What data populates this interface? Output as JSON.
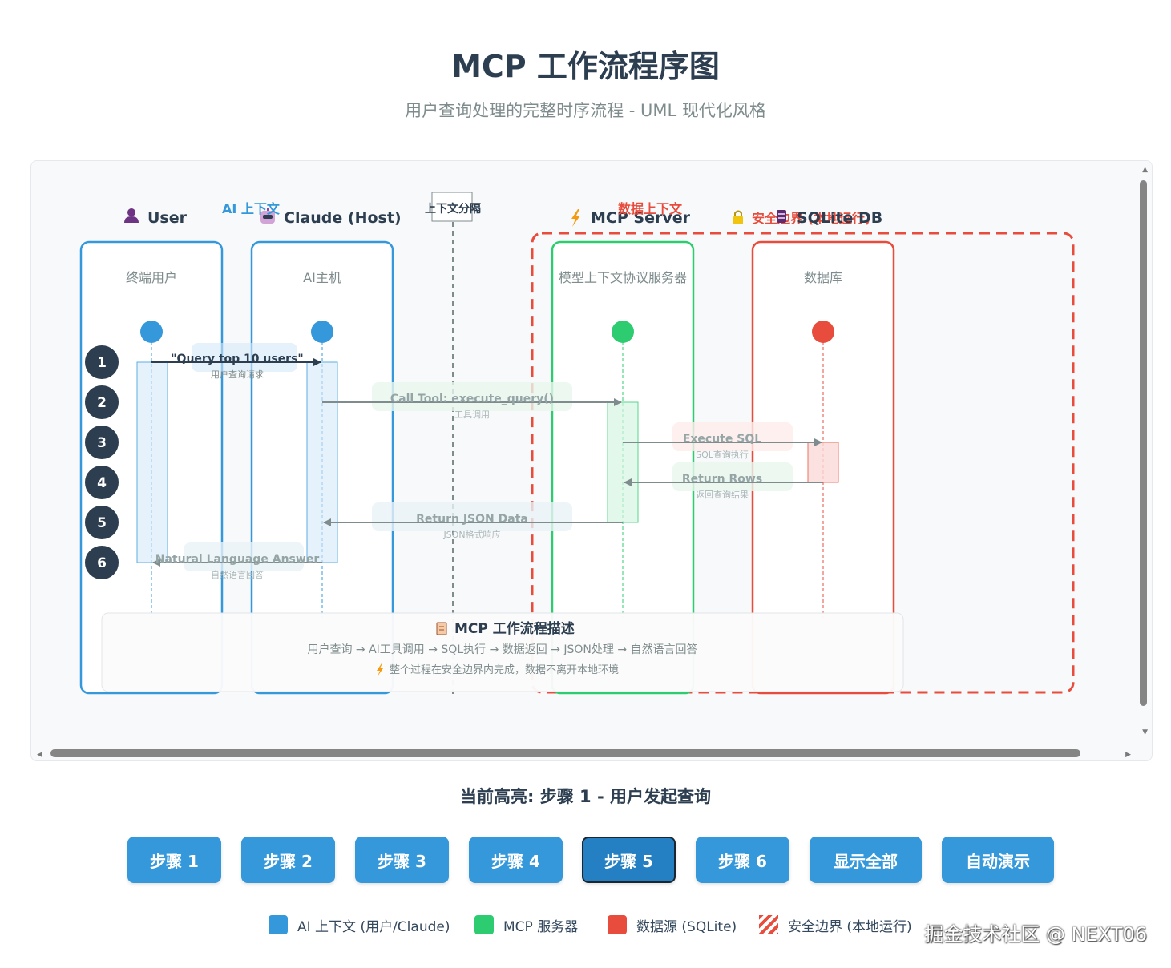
{
  "header": {
    "title": "MCP 工作流程序图",
    "subtitle": "用户查询处理的完整时序流程 - UML 现代化风格"
  },
  "diagram": {
    "participants": [
      {
        "icon": "user-icon",
        "name": "User",
        "desc": "终端用户",
        "color": "#3498db"
      },
      {
        "icon": "robot-icon",
        "name": "Claude (Host)",
        "desc": "AI主机",
        "color": "#3498db"
      },
      {
        "icon": "lightning-icon",
        "name": "MCP Server",
        "desc": "模型上下文协议服务器",
        "color": "#2ecc71"
      },
      {
        "icon": "database-icon",
        "name": "SQLite DB",
        "desc": "数据库",
        "color": "#e74c3c"
      }
    ],
    "labels": {
      "ai_context": "AI 上下文",
      "context_separator": "上下文分隔",
      "data_context": "数据上下文",
      "security_boundary": "安全边界 (本地运行)"
    },
    "steps": [
      {
        "n": "1",
        "label": "\"Query top 10 users\"",
        "sub": "用户查询请求"
      },
      {
        "n": "2",
        "label": "Call Tool: execute_query()",
        "sub": "工具调用"
      },
      {
        "n": "3",
        "label": "Execute SQL",
        "sub": "SQL查询执行"
      },
      {
        "n": "4",
        "label": "Return Rows",
        "sub": "返回查询结果"
      },
      {
        "n": "5",
        "label": "Return JSON Data",
        "sub": "JSON格式响应"
      },
      {
        "n": "6",
        "label": "Natural Language Answer",
        "sub": "自然语言回答"
      }
    ],
    "description": {
      "title": "MCP 工作流程描述",
      "flow": "用户查询 → AI工具调用 → SQL执行 → 数据返回 → JSON处理 → 自然语言回答",
      "note": "整个过程在安全边界内完成，数据不离开本地环境"
    }
  },
  "status": {
    "current": "当前高亮: 步骤 1 - 用户发起查询"
  },
  "controls": {
    "buttons": [
      "步骤 1",
      "步骤 2",
      "步骤 3",
      "步骤 4",
      "步骤 5",
      "步骤 6",
      "显示全部",
      "自动演示"
    ],
    "active_index": 4
  },
  "legend": [
    {
      "label": "AI 上下文 (用户/Claude)",
      "color": "#3498db"
    },
    {
      "label": "MCP 服务器",
      "color": "#2ecc71"
    },
    {
      "label": "数据源 (SQLite)",
      "color": "#e74c3c"
    },
    {
      "label": "安全边界 (本地运行)",
      "color": "#e74c3c"
    }
  ],
  "watermark": "掘金技术社区 @ NEXT06"
}
